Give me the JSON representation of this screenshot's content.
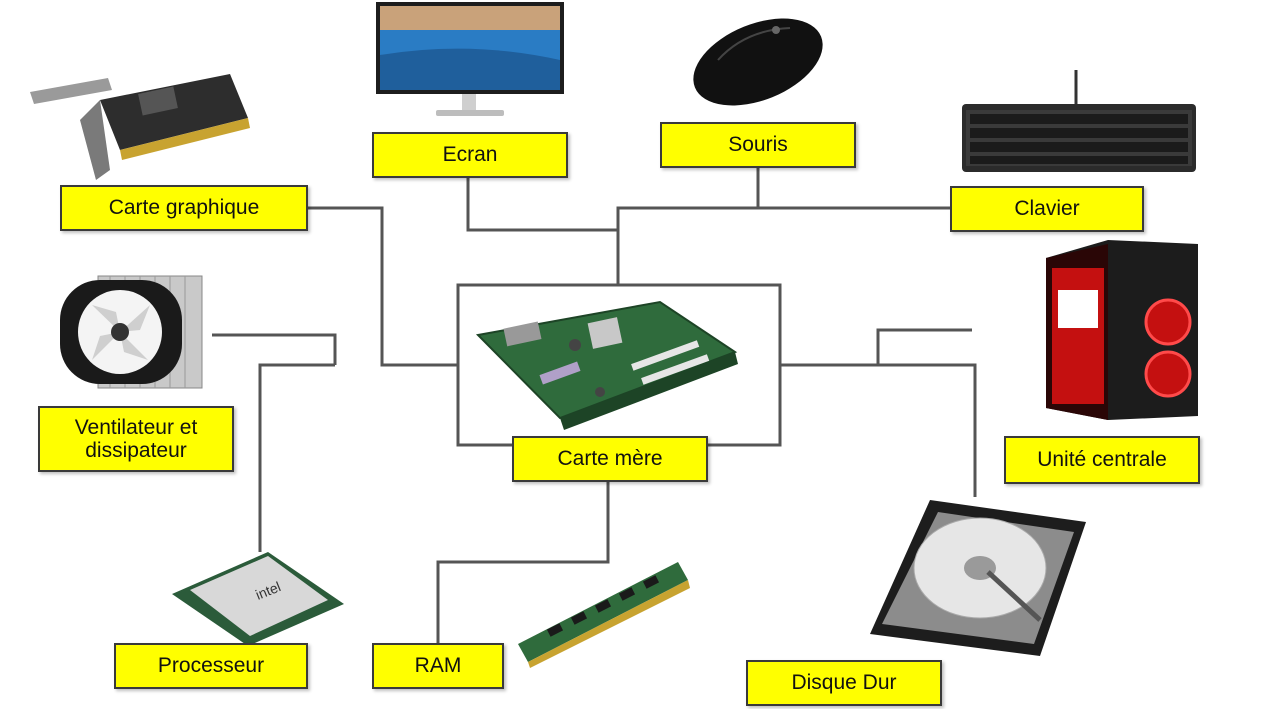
{
  "diagram": {
    "center": {
      "label": "Carte mère",
      "icon": "motherboard-icon"
    },
    "components": [
      {
        "id": "ecran",
        "label": "Ecran",
        "icon": "monitor-icon"
      },
      {
        "id": "souris",
        "label": "Souris",
        "icon": "mouse-icon"
      },
      {
        "id": "clavier",
        "label": "Clavier",
        "icon": "keyboard-icon"
      },
      {
        "id": "carte-graphique",
        "label": "Carte graphique",
        "icon": "graphics-card-icon"
      },
      {
        "id": "ventilateur",
        "label": "Ventilateur et\ndissipateur",
        "icon": "cpu-cooler-icon"
      },
      {
        "id": "unite-centrale",
        "label": "Unité centrale",
        "icon": "pc-tower-icon"
      },
      {
        "id": "processeur",
        "label": "Processeur",
        "icon": "processor-icon"
      },
      {
        "id": "ram",
        "label": "RAM",
        "icon": "ram-stick-icon"
      },
      {
        "id": "disque-dur",
        "label": "Disque Dur",
        "icon": "hard-drive-icon"
      }
    ],
    "colors": {
      "label_fill": "#ffff00",
      "connector": "#555555"
    }
  }
}
